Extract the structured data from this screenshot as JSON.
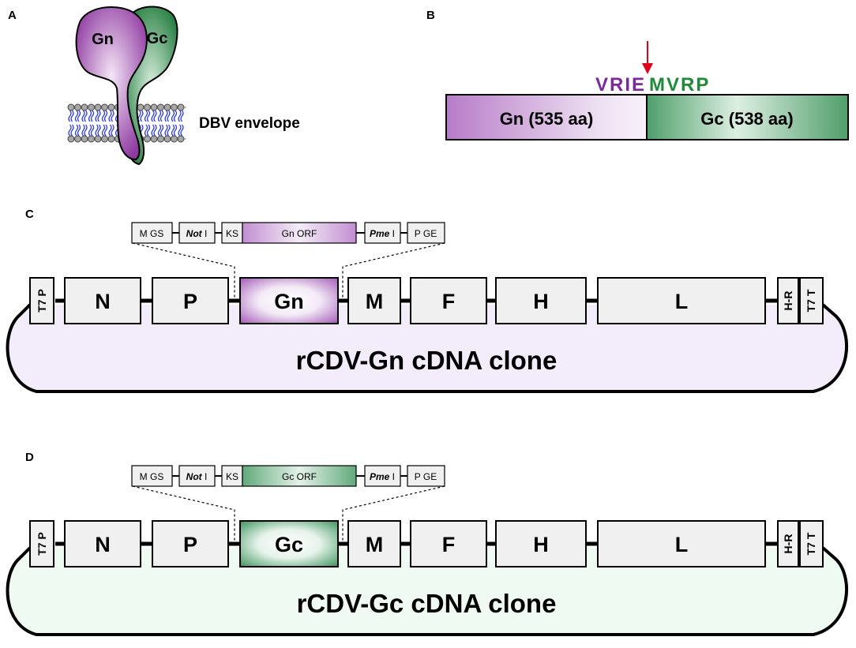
{
  "panel_a": {
    "letter": "A",
    "gn_label": "Gn",
    "gc_label": "Gc",
    "envelope_label": "DBV envelope"
  },
  "panel_b": {
    "letter": "B",
    "seq_left": "VRIE",
    "seq_right": "MVRP",
    "gn_bar_label": "Gn (535 aa)",
    "gc_bar_label": "Gc (538 aa)",
    "colors": {
      "gn": "#7b2a9e",
      "gc": "#1f8a3a",
      "arrow": "#e0001b"
    }
  },
  "panel_c": {
    "letter": "C",
    "cassette": {
      "mgs": "M GS",
      "not_italic": "Not",
      "not_suffix": " I",
      "ks": "KS",
      "orf": "Gn ORF",
      "pme_italic": "Pme",
      "pme_suffix": " I",
      "pge": "P GE"
    },
    "t7p": "T7 P",
    "genes": {
      "n": "N",
      "p": "P",
      "insert": "Gn",
      "m": "M",
      "f": "F",
      "h": "H",
      "l": "L"
    },
    "hr": "H-R",
    "t7t": "T7 T",
    "clone_label": "rCDV-Gn cDNA clone",
    "colors": {
      "fill": "#f3ecfb",
      "insert_edge": "#c9a0d9"
    }
  },
  "panel_d": {
    "letter": "D",
    "cassette": {
      "mgs": "M GS",
      "not_italic": "Not",
      "not_suffix": " I",
      "ks": "KS",
      "orf": "Gc ORF",
      "pme_italic": "Pme",
      "pme_suffix": " I",
      "pge": "P GE"
    },
    "t7p": "T7 P",
    "genes": {
      "n": "N",
      "p": "P",
      "insert": "Gc",
      "m": "M",
      "f": "F",
      "h": "H",
      "l": "L"
    },
    "hr": "H-R",
    "t7t": "T7 T",
    "clone_label": "rCDV-Gc cDNA clone",
    "colors": {
      "fill": "#effbf2",
      "insert_edge": "#8cc7a0"
    }
  }
}
